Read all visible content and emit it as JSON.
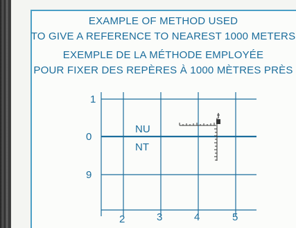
{
  "figure": {
    "caption_en": [
      "EXAMPLE OF METHOD USED",
      "TO GIVE A REFERENCE TO NEAREST 1000 METERS"
    ],
    "caption_fr": [
      "EXEMPLE DE LA MÉTHODE EMPLOYÉE",
      "POUR FIXER DES REPÈRES À 1000 MÈTRES PRÈS"
    ],
    "y_ticks": [
      "1",
      "0",
      "9"
    ],
    "x_ticks": [
      "2",
      "3",
      "4",
      "5"
    ],
    "grid_labels": {
      "upper": "NU",
      "lower": "NT"
    },
    "colors": {
      "line": "#1b6d9c",
      "border": "#4a9fc6",
      "text": "#1b6d9c",
      "marker": "#333333"
    }
  }
}
